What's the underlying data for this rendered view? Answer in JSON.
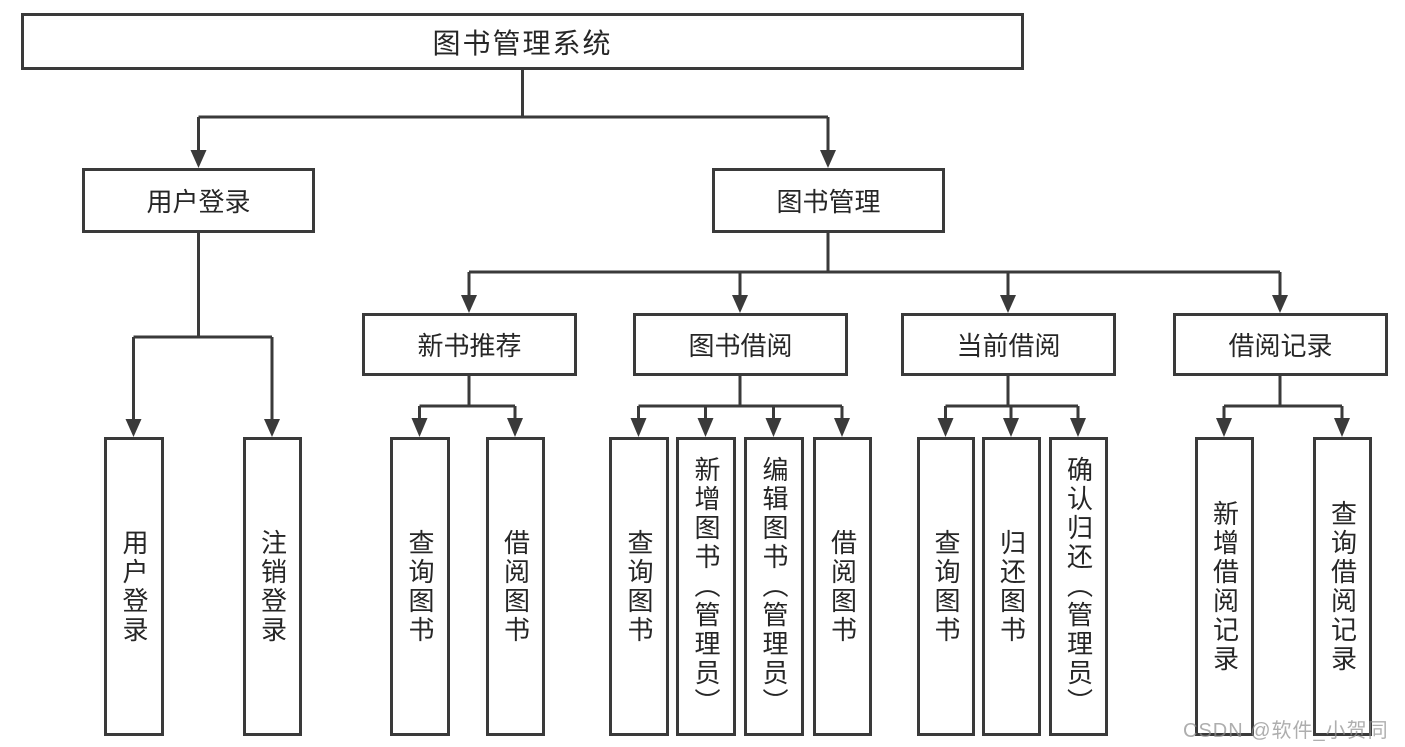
{
  "tree": {
    "root": {
      "label": "图书管理系统",
      "children": [
        {
          "label": "用户登录",
          "children": [
            {
              "label": "用户登录"
            },
            {
              "label": "注销登录"
            }
          ]
        },
        {
          "label": "图书管理",
          "children": [
            {
              "label": "新书推荐",
              "children": [
                {
                  "label": "查询图书"
                },
                {
                  "label": "借阅图书"
                }
              ]
            },
            {
              "label": "图书借阅",
              "children": [
                {
                  "label": "查询图书"
                },
                {
                  "label": "新增图书（管理员）"
                },
                {
                  "label": "编辑图书（管理员）"
                },
                {
                  "label": "借阅图书"
                }
              ]
            },
            {
              "label": "当前借阅",
              "children": [
                {
                  "label": "查询图书"
                },
                {
                  "label": "归还图书"
                },
                {
                  "label": "确认归还（管理员）"
                }
              ]
            },
            {
              "label": "借阅记录",
              "children": [
                {
                  "label": "新增借阅记录"
                },
                {
                  "label": "查询借阅记录"
                }
              ]
            }
          ]
        }
      ]
    }
  },
  "watermark": {
    "text": "CSDN @软件_小贺同学"
  },
  "colors": {
    "line": "#3a3a3a",
    "text": "#262626",
    "background": "#ffffff",
    "watermark": "#8f8f8f"
  }
}
